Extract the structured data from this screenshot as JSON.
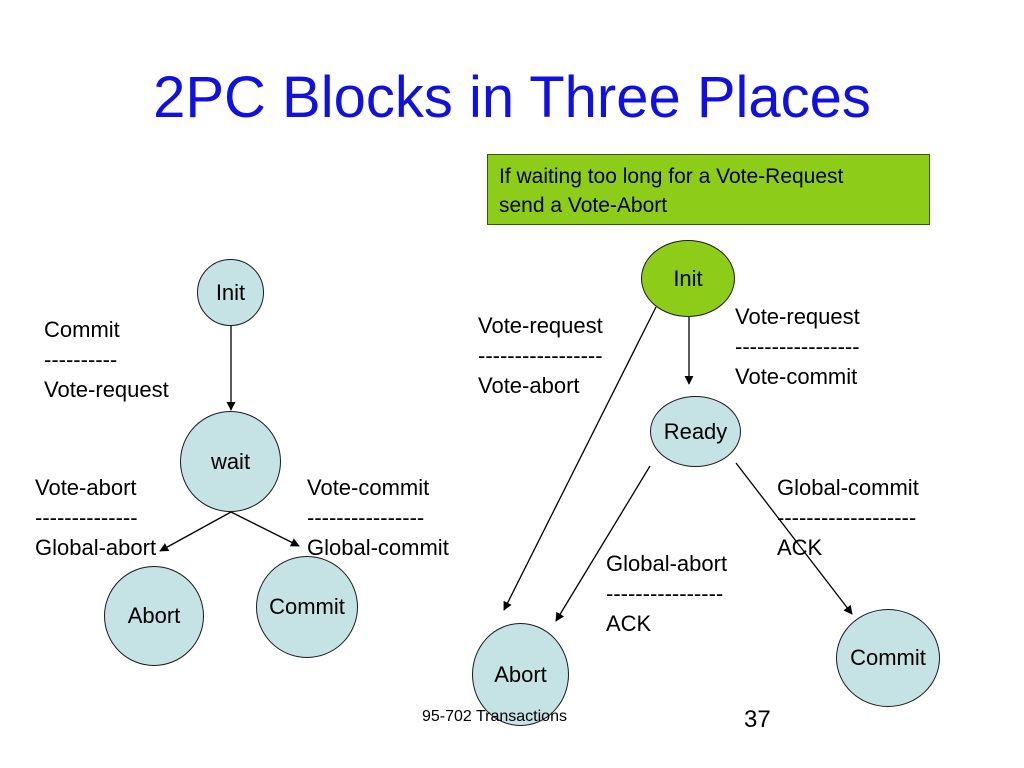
{
  "title": "2PC Blocks in Three Places",
  "colors": {
    "title": "#1010e0",
    "node_fill": "#c5e2e4",
    "highlight_fill": "#8ecc1a",
    "callout_fill": "#8ecc1a",
    "edge": "#000000"
  },
  "callout": {
    "lines": [
      "If waiting too long for a Vote-Request",
      "send a Vote-Abort"
    ]
  },
  "coordinator": {
    "nodes": {
      "init": "Init",
      "wait": "wait",
      "abort": "Abort",
      "commit": "Commit"
    },
    "transitions": {
      "init_wait": [
        "Commit",
        "----------",
        "Vote-request"
      ],
      "wait_abort": [
        "Vote-abort",
        "--------------",
        "Global-abort"
      ],
      "wait_commit": [
        "Vote-commit",
        "----------------",
        "Global-commit"
      ]
    }
  },
  "participant": {
    "nodes": {
      "init": "Init",
      "ready": "Ready",
      "abort": "Abort",
      "commit": "Commit"
    },
    "highlighted_node": "init",
    "transitions": {
      "init_abort": [
        "Vote-request",
        "-----------------",
        "Vote-abort"
      ],
      "init_ready": [
        "Vote-request",
        "-----------------",
        "Vote-commit"
      ],
      "ready_abort": [
        "Global-abort",
        "----------------",
        "ACK"
      ],
      "ready_commit": [
        "Global-commit",
        "-------------------",
        "ACK"
      ]
    }
  },
  "footer": "95-702  Transactions",
  "page_number": "37"
}
